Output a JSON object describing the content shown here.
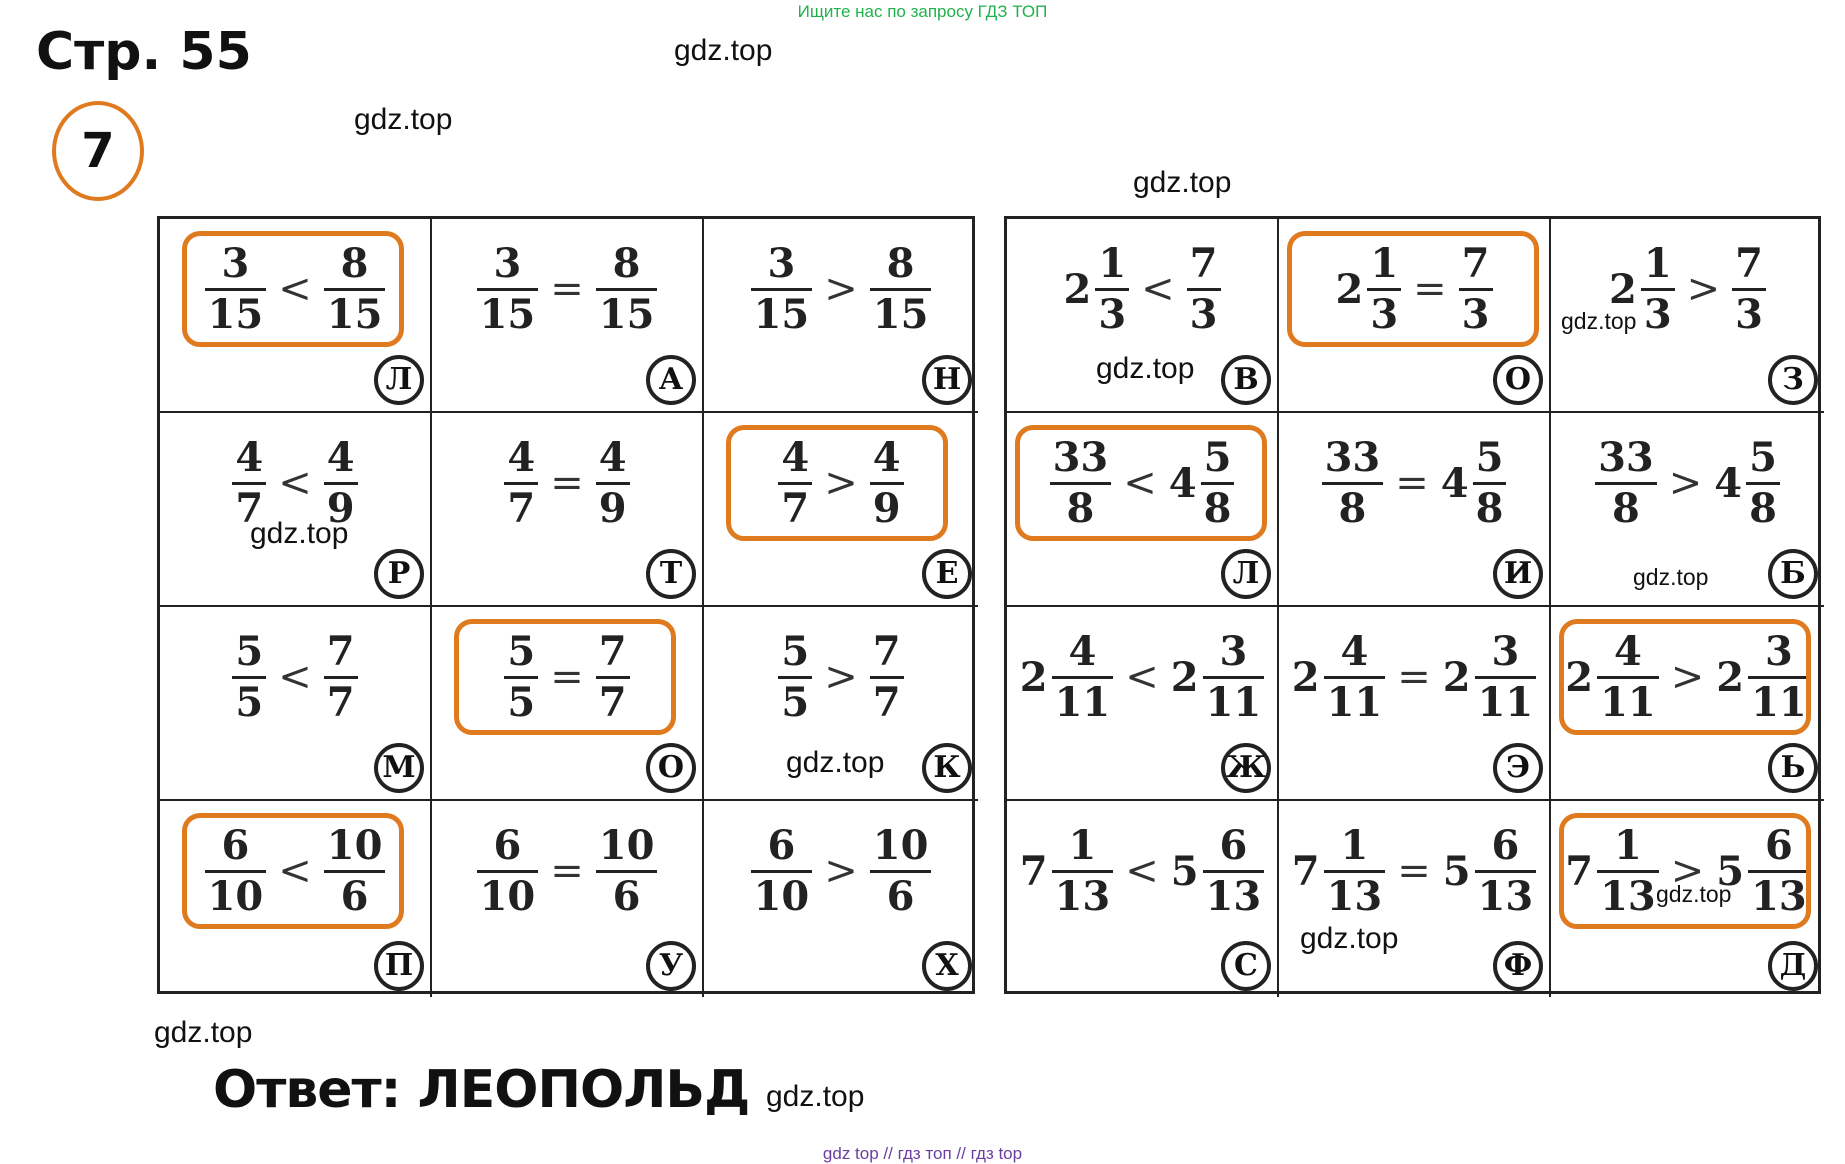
{
  "banner": "Ищите нас по запросу ГДЗ ТОП",
  "page_number": "Стр. 55",
  "task_number": "7",
  "watermark": "gdz.top",
  "answer": "Ответ: ЛЕОПОЛЬД",
  "footer": "gdz top  //  гдз топ  //  гдз top",
  "accent_color": "#e07a1f",
  "left_table": [
    [
      {
        "a": {
          "n": "3",
          "d": "15"
        },
        "op": "<",
        "b": {
          "n": "8",
          "d": "15"
        },
        "letter": "Л",
        "selected": true
      },
      {
        "a": {
          "n": "3",
          "d": "15"
        },
        "op": "=",
        "b": {
          "n": "8",
          "d": "15"
        },
        "letter": "А",
        "selected": false
      },
      {
        "a": {
          "n": "3",
          "d": "15"
        },
        "op": ">",
        "b": {
          "n": "8",
          "d": "15"
        },
        "letter": "Н",
        "selected": false
      }
    ],
    [
      {
        "a": {
          "n": "4",
          "d": "7"
        },
        "op": "<",
        "b": {
          "n": "4",
          "d": "9"
        },
        "letter": "Р",
        "selected": false
      },
      {
        "a": {
          "n": "4",
          "d": "7"
        },
        "op": "=",
        "b": {
          "n": "4",
          "d": "9"
        },
        "letter": "Т",
        "selected": false
      },
      {
        "a": {
          "n": "4",
          "d": "7"
        },
        "op": ">",
        "b": {
          "n": "4",
          "d": "9"
        },
        "letter": "Е",
        "selected": true
      }
    ],
    [
      {
        "a": {
          "n": "5",
          "d": "5"
        },
        "op": "<",
        "b": {
          "n": "7",
          "d": "7"
        },
        "letter": "М",
        "selected": false
      },
      {
        "a": {
          "n": "5",
          "d": "5"
        },
        "op": "=",
        "b": {
          "n": "7",
          "d": "7"
        },
        "letter": "О",
        "selected": true
      },
      {
        "a": {
          "n": "5",
          "d": "5"
        },
        "op": ">",
        "b": {
          "n": "7",
          "d": "7"
        },
        "letter": "К",
        "selected": false
      }
    ],
    [
      {
        "a": {
          "n": "6",
          "d": "10"
        },
        "op": "<",
        "b": {
          "n": "10",
          "d": "6"
        },
        "letter": "П",
        "selected": true
      },
      {
        "a": {
          "n": "6",
          "d": "10"
        },
        "op": "=",
        "b": {
          "n": "10",
          "d": "6"
        },
        "letter": "У",
        "selected": false
      },
      {
        "a": {
          "n": "6",
          "d": "10"
        },
        "op": ">",
        "b": {
          "n": "10",
          "d": "6"
        },
        "letter": "Х",
        "selected": false
      }
    ]
  ],
  "right_table": [
    [
      {
        "a": {
          "w": "2",
          "n": "1",
          "d": "3"
        },
        "op": "<",
        "b": {
          "n": "7",
          "d": "3"
        },
        "letter": "В",
        "selected": false
      },
      {
        "a": {
          "w": "2",
          "n": "1",
          "d": "3"
        },
        "op": "=",
        "b": {
          "n": "7",
          "d": "3"
        },
        "letter": "О",
        "selected": true
      },
      {
        "a": {
          "w": "2",
          "n": "1",
          "d": "3"
        },
        "op": ">",
        "b": {
          "n": "7",
          "d": "3"
        },
        "letter": "З",
        "selected": false
      }
    ],
    [
      {
        "a": {
          "n": "33",
          "d": "8"
        },
        "op": "<",
        "b": {
          "w": "4",
          "n": "5",
          "d": "8"
        },
        "letter": "Л",
        "selected": true
      },
      {
        "a": {
          "n": "33",
          "d": "8"
        },
        "op": "=",
        "b": {
          "w": "4",
          "n": "5",
          "d": "8"
        },
        "letter": "И",
        "selected": false
      },
      {
        "a": {
          "n": "33",
          "d": "8"
        },
        "op": ">",
        "b": {
          "w": "4",
          "n": "5",
          "d": "8"
        },
        "letter": "Б",
        "selected": false
      }
    ],
    [
      {
        "a": {
          "w": "2",
          "n": "4",
          "d": "11"
        },
        "op": "<",
        "b": {
          "w": "2",
          "n": "3",
          "d": "11"
        },
        "letter": "Ж",
        "selected": false
      },
      {
        "a": {
          "w": "2",
          "n": "4",
          "d": "11"
        },
        "op": "=",
        "b": {
          "w": "2",
          "n": "3",
          "d": "11"
        },
        "letter": "Э",
        "selected": false
      },
      {
        "a": {
          "w": "2",
          "n": "4",
          "d": "11"
        },
        "op": ">",
        "b": {
          "w": "2",
          "n": "3",
          "d": "11"
        },
        "letter": "Ь",
        "selected": true
      }
    ],
    [
      {
        "a": {
          "w": "7",
          "n": "1",
          "d": "13"
        },
        "op": "<",
        "b": {
          "w": "5",
          "n": "6",
          "d": "13"
        },
        "letter": "С",
        "selected": false
      },
      {
        "a": {
          "w": "7",
          "n": "1",
          "d": "13"
        },
        "op": "=",
        "b": {
          "w": "5",
          "n": "6",
          "d": "13"
        },
        "letter": "Ф",
        "selected": false
      },
      {
        "a": {
          "w": "7",
          "n": "1",
          "d": "13"
        },
        "op": ">",
        "b": {
          "w": "5",
          "n": "6",
          "d": "13"
        },
        "letter": "Д",
        "selected": true
      }
    ]
  ]
}
